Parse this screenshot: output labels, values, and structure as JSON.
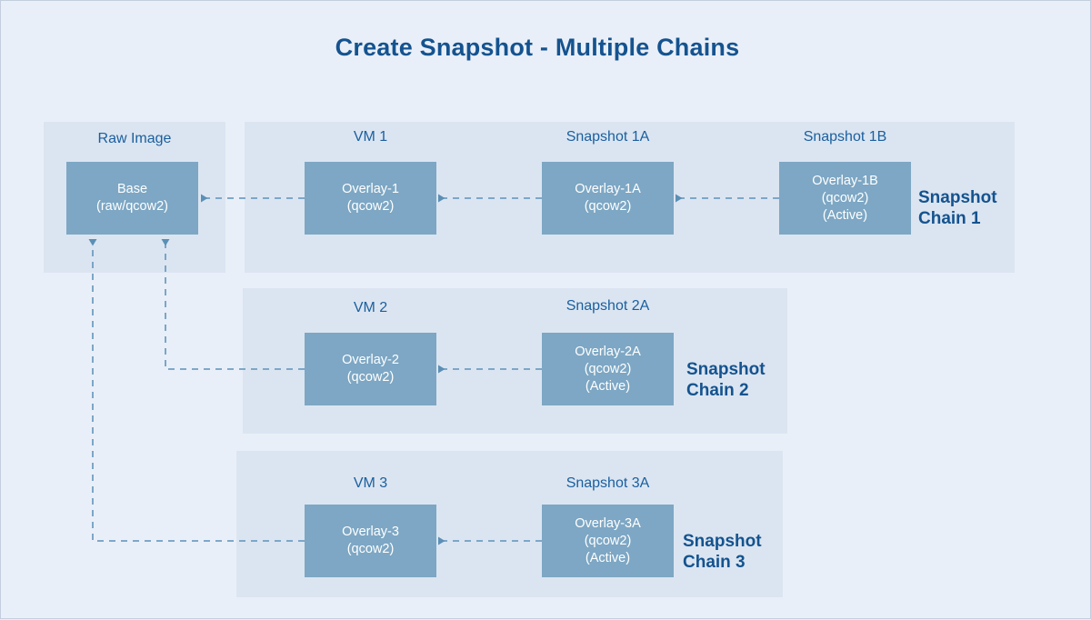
{
  "page": {
    "title": "Create Snapshot - Multiple Chains",
    "background_color": "#e9eff8",
    "panel_color": "#dbe5f1",
    "node_color": "#7da7c4",
    "accent_color": "#14538f",
    "caption_color": "#1a5f9e",
    "connector_color": "#6f9ec2"
  },
  "raw_image": {
    "caption": "Raw Image",
    "node": {
      "line1": "Base",
      "line2": "(raw/qcow2)"
    }
  },
  "chains": [
    {
      "label_line1": "Snapshot",
      "label_line2": "Chain 1",
      "columns": [
        {
          "caption": "VM 1",
          "node": {
            "line1": "Overlay-1",
            "line2": "(qcow2)",
            "line3": ""
          }
        },
        {
          "caption": "Snapshot 1A",
          "node": {
            "line1": "Overlay-1A",
            "line2": "(qcow2)",
            "line3": ""
          }
        },
        {
          "caption": "Snapshot 1B",
          "node": {
            "line1": "Overlay-1B",
            "line2": "(qcow2)",
            "line3": "(Active)"
          }
        }
      ]
    },
    {
      "label_line1": "Snapshot",
      "label_line2": "Chain 2",
      "columns": [
        {
          "caption": "VM 2",
          "node": {
            "line1": "Overlay-2",
            "line2": "(qcow2)",
            "line3": ""
          }
        },
        {
          "caption": "Snapshot 2A",
          "node": {
            "line1": "Overlay-2A",
            "line2": "(qcow2)",
            "line3": "(Active)"
          }
        }
      ]
    },
    {
      "label_line1": "Snapshot",
      "label_line2": "Chain 3",
      "columns": [
        {
          "caption": "VM 3",
          "node": {
            "line1": "Overlay-3",
            "line2": "(qcow2)",
            "line3": ""
          }
        },
        {
          "caption": "Snapshot 3A",
          "node": {
            "line1": "Overlay-3A",
            "line2": "(qcow2)",
            "line3": "(Active)"
          }
        }
      ]
    }
  ],
  "connectors": [
    {
      "name": "overlay1-to-base",
      "style": "dashed",
      "direction": "left"
    },
    {
      "name": "overlay1a-to-overlay1",
      "style": "dashed",
      "direction": "left"
    },
    {
      "name": "overlay1b-to-overlay1a",
      "style": "dashed",
      "direction": "left"
    },
    {
      "name": "overlay2-to-base",
      "style": "dashed",
      "direction": "up"
    },
    {
      "name": "overlay2a-to-overlay2",
      "style": "dashed",
      "direction": "left"
    },
    {
      "name": "overlay3-to-base",
      "style": "dashed",
      "direction": "up"
    },
    {
      "name": "overlay3a-to-overlay3",
      "style": "dashed",
      "direction": "left"
    }
  ]
}
